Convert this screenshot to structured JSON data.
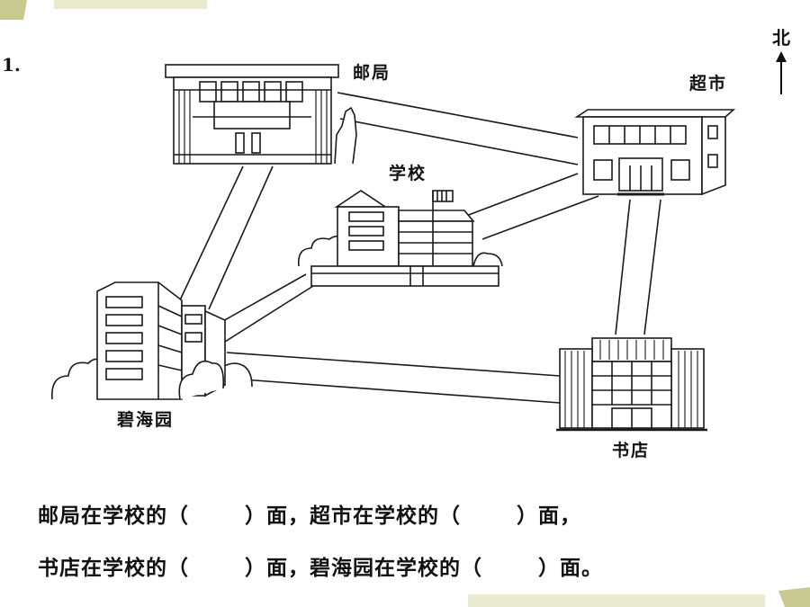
{
  "question_number": "1.",
  "compass": {
    "label": "北"
  },
  "places": {
    "post_office": "邮局",
    "supermarket": "超市",
    "school": "学校",
    "bihaiyuan": "碧海园",
    "bookstore": "书店"
  },
  "questions": [
    [
      {
        "pre": "邮局在学校的（",
        "post": "）面，"
      },
      {
        "pre": "超市在学校的（",
        "post": "）面，"
      }
    ],
    [
      {
        "pre": "书店在学校的（",
        "post": "）面，"
      },
      {
        "pre": "碧海园在学校的（",
        "post": "）面。"
      }
    ]
  ],
  "colors": {
    "line": "#1a1a1a",
    "decoration": "#cfd09a"
  }
}
